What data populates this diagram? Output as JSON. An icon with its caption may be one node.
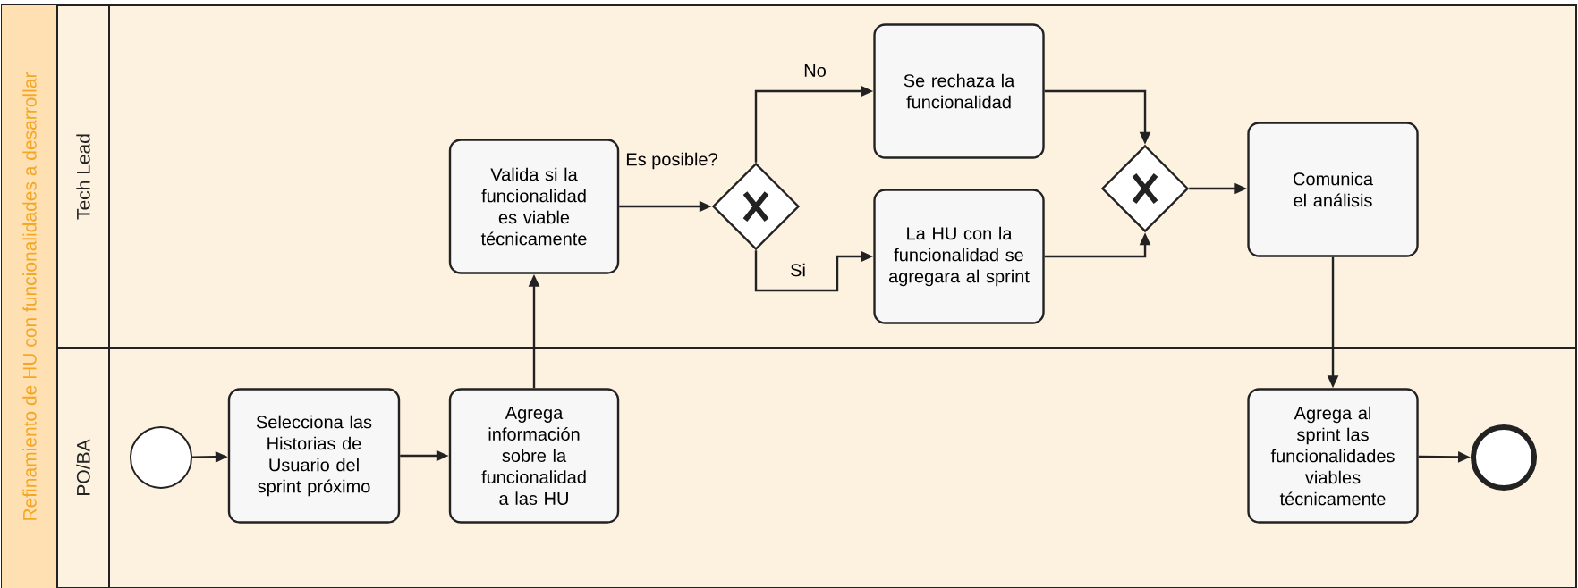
{
  "diagram": {
    "nodes": [
      {
        "text": [
          "Refinamiento de HU con funcionalidades a desarrollar"
        ]
      },
      {
        "text": [
          "Tech Lead"
        ],
        "in": 0
      },
      {
        "text": [
          "PO/BA"
        ],
        "in": 0
      },
      {
        "text": [],
        "shape": "circle",
        "in": 2
      },
      {
        "text": [
          "Selecciona las Historias de Usuario del sprint próximo"
        ],
        "in": 2
      },
      {
        "text": [
          "Agrega información sobre la funcionalidad a las HU"
        ],
        "in": 2
      },
      {
        "text": [
          "Valida si la funcionalidad es viable técnicamente"
        ],
        "in": 1
      },
      {
        "text": [],
        "shape": "diamond",
        "in": 1
      },
      {
        "text": [
          "Se rechaza la funcionalidad"
        ],
        "in": 1
      },
      {
        "text": [
          "La HU con la funcionalidad se agregara al sprint"
        ],
        "in": 1
      },
      {
        "text": [],
        "shape": "diamond",
        "in": 1
      },
      {
        "text": [
          "Comunica el análisis"
        ],
        "in": 1
      },
      {
        "text": [
          "Agrega al sprint las funcionalidades viables técnicamente"
        ],
        "in": 2
      },
      {
        "text": [],
        "shape": "circle",
        "in": 2
      }
    ],
    "edges": [
      {
        "from": 3,
        "to": 4,
        "arrow": "to"
      },
      {
        "from": 4,
        "to": 5,
        "arrow": "to"
      },
      {
        "from": 5,
        "to": 6,
        "arrow": "to"
      },
      {
        "from": 6,
        "to": 7,
        "arrow": "to"
      },
      {
        "from": 7,
        "to": 8,
        "arrow": "to",
        "label": "No"
      },
      {
        "from": 7,
        "to": 9,
        "arrow": "to",
        "label": "Si"
      },
      {
        "from": 8,
        "to": 10,
        "arrow": "to"
      },
      {
        "from": 9,
        "to": 10,
        "arrow": "to"
      },
      {
        "from": 10,
        "to": 11,
        "arrow": "to"
      },
      {
        "from": 11,
        "to": 12,
        "arrow": "to"
      },
      {
        "from": 12,
        "to": 13,
        "arrow": "to"
      }
    ],
    "labels": [
      "Es posible?"
    ]
  }
}
